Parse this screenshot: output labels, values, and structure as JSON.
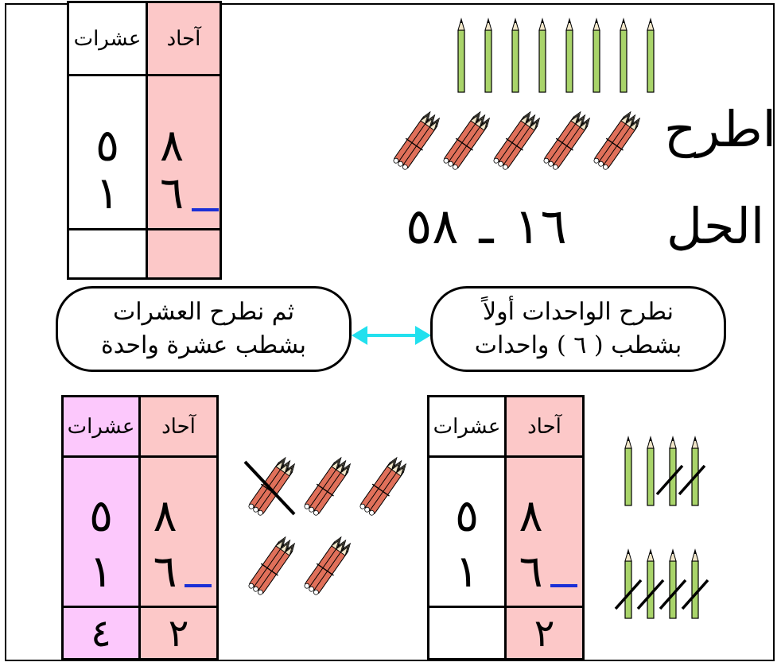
{
  "colors": {
    "ones": "#fcc8c8",
    "tens_highlight": "#fcc8fc",
    "tens_plain": "#ffffff",
    "minus_line": "#1b2fd6",
    "arrow": "#22e0ee",
    "pencil_green": "#a9d46a",
    "bundle_red": "#e0705a"
  },
  "table_top": {
    "tens_header": "عشرات",
    "ones_header": "آحاد",
    "tens": [
      "٥",
      "١"
    ],
    "ones": [
      "٨",
      "٦"
    ],
    "tens_result": "",
    "ones_result": ""
  },
  "problem": {
    "verb": "اطرح",
    "solution_label": "الحل",
    "expression": "١٦  ـ  ٥٨"
  },
  "pencils_top": {
    "loose": 8,
    "bundles": 5
  },
  "bubble_right": {
    "line1": "نطرح الواحدات أولاً",
    "line2": "بشطب ( ٦ ) واحدات"
  },
  "bubble_left": {
    "line1": "ثم نطرح العشرات",
    "line2": "بشطب عشرة واحدة"
  },
  "table_mid": {
    "tens_header": "عشرات",
    "ones_header": "آحاد",
    "tens": [
      "٥",
      "١"
    ],
    "ones": [
      "٨",
      "٦"
    ],
    "tens_result": "",
    "ones_result": "٢"
  },
  "table_left": {
    "tens_header": "عشرات",
    "ones_header": "آحاد",
    "tens": [
      "٥",
      "١"
    ],
    "ones": [
      "٨",
      "٦"
    ],
    "tens_result": "٤",
    "ones_result": "٢"
  },
  "pencils_bottom_right": {
    "loose": 8,
    "crossed": 6
  },
  "bundles_bottom_mid": {
    "bundles": 5,
    "crossed": 1
  }
}
